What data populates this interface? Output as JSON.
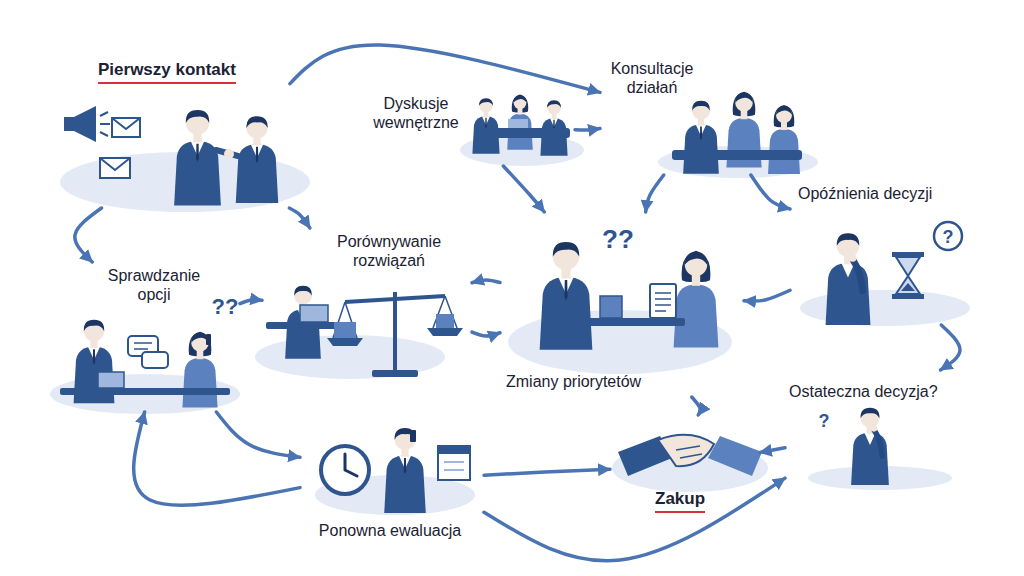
{
  "diagram": {
    "nodes": [
      {
        "text": [
          "Pierwszy kontakt"
        ]
      },
      {
        "text": [
          "Dyskusje wewnętrzne"
        ]
      },
      {
        "text": [
          "Konsultacje działań"
        ]
      },
      {
        "text": [
          "Opóźnienia decyzji"
        ]
      },
      {
        "text": [
          "Porównywanie rozwiązań"
        ]
      },
      {
        "text": [
          "Sprawdzanie opcji"
        ]
      },
      {
        "text": [
          "Zmiany priorytetów"
        ]
      },
      {
        "text": [
          "Ostateczna decyzja?"
        ]
      },
      {
        "text": [
          "Ponowna ewaluacja"
        ]
      },
      {
        "text": [
          "Zakup"
        ]
      }
    ],
    "edges": [
      {
        "from": 0,
        "to": 2,
        "arrow": "to"
      },
      {
        "from": 0,
        "to": 4,
        "arrow": "to"
      },
      {
        "from": 0,
        "to": 5,
        "arrow": "to"
      },
      {
        "from": 1,
        "to": 2,
        "arrow": "to"
      },
      {
        "from": 2,
        "to": 3,
        "arrow": "to"
      },
      {
        "from": 2,
        "to": 6,
        "arrow": "to"
      },
      {
        "from": 1,
        "to": 6,
        "arrow": "to"
      },
      {
        "from": 6,
        "to": 4,
        "arrow": "to"
      },
      {
        "from": 5,
        "to": 4,
        "arrow": "to"
      },
      {
        "from": 3,
        "to": 6,
        "arrow": "to"
      },
      {
        "from": 4,
        "to": 6,
        "arrow": "to"
      },
      {
        "from": 5,
        "to": 8,
        "arrow": "to"
      },
      {
        "from": 8,
        "to": 9,
        "arrow": "to"
      },
      {
        "from": 6,
        "to": 9,
        "arrow": "to"
      },
      {
        "from": 3,
        "to": 7,
        "arrow": "to"
      },
      {
        "from": 7,
        "to": 9,
        "arrow": "to"
      },
      {
        "from": 8,
        "to": 7,
        "arrow": "to"
      },
      {
        "from": 8,
        "to": 5,
        "arrow": "to"
      }
    ],
    "labels": [
      "??",
      "??",
      "?",
      "?"
    ]
  }
}
